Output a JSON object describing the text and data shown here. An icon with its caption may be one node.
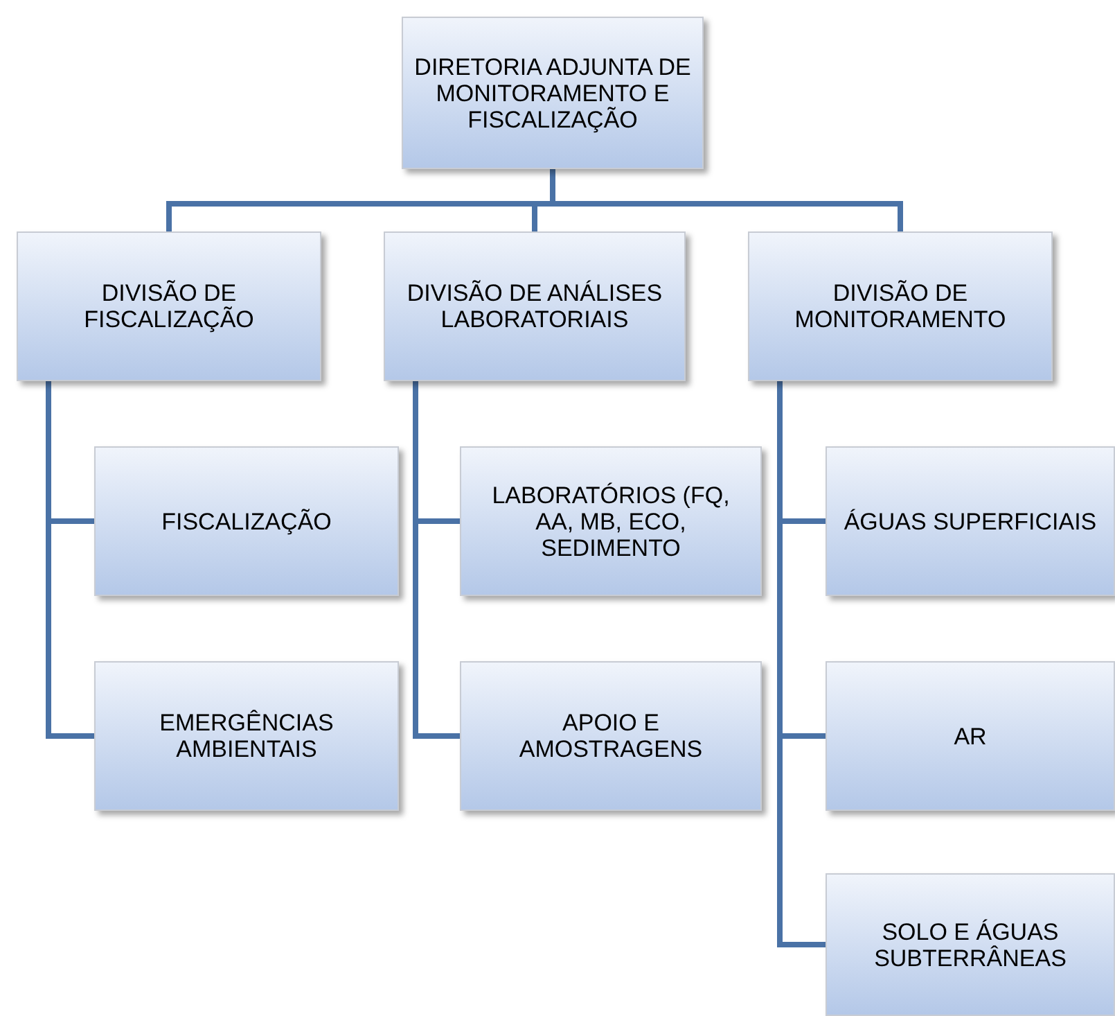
{
  "diagram": {
    "nodes": [
      {
        "text": [
          "DIRETORIA ADJUNTA DE MONITORAMENTO E FISCALIZAÇÃO"
        ]
      },
      {
        "text": [
          "DIVISÃO DE FISCALIZAÇÃO"
        ]
      },
      {
        "text": [
          "DIVISÃO DE ANÁLISES LABORATORIAIS"
        ]
      },
      {
        "text": [
          "DIVISÃO DE MONITORAMENTO"
        ]
      },
      {
        "text": [
          "FISCALIZAÇÃO"
        ]
      },
      {
        "text": [
          "EMERGÊNCIAS AMBIENTAIS"
        ]
      },
      {
        "text": [
          "LABORATÓRIOS (FQ, AA, MB, ECO, SEDIMENTO"
        ]
      },
      {
        "text": [
          "APOIO E AMOSTRAGENS"
        ]
      },
      {
        "text": [
          "ÁGUAS SUPERFICIAIS"
        ]
      },
      {
        "text": [
          "AR"
        ]
      },
      {
        "text": [
          "SOLO E ÁGUAS SUBTERRÂNEAS"
        ]
      }
    ],
    "edges": [
      {
        "from": 0,
        "to": 1,
        "arrow": "none"
      },
      {
        "from": 0,
        "to": 2,
        "arrow": "none"
      },
      {
        "from": 0,
        "to": 3,
        "arrow": "none"
      },
      {
        "from": 1,
        "to": 4,
        "arrow": "none"
      },
      {
        "from": 1,
        "to": 5,
        "arrow": "none"
      },
      {
        "from": 2,
        "to": 6,
        "arrow": "none"
      },
      {
        "from": 2,
        "to": 7,
        "arrow": "none"
      },
      {
        "from": 3,
        "to": 8,
        "arrow": "none"
      },
      {
        "from": 3,
        "to": 9,
        "arrow": "none"
      },
      {
        "from": 3,
        "to": 10,
        "arrow": "none"
      }
    ]
  }
}
